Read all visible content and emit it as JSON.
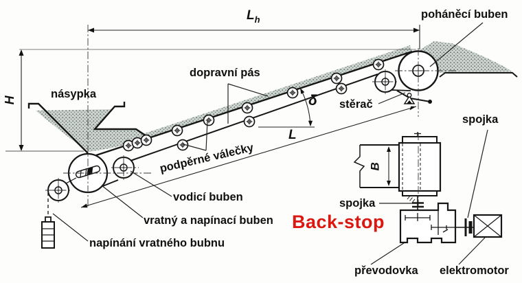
{
  "labels": {
    "lh_main": "L",
    "lh_sub": "h",
    "h": "H",
    "hopper": "násypka",
    "belt": "dopravní pás",
    "drive_drum": "poháněcí buben",
    "scraper": "stěrač",
    "delta": "δ",
    "l": "L",
    "idlers": "podpěrné válečky",
    "guide_drum": "vodicí buben",
    "return_drum": "vratný a napínací buben",
    "tension": "napínání vratného bubnu",
    "coupling_1": "spojka",
    "coupling_2": "spojka",
    "backstop": "Back-stop",
    "b": "B",
    "gearbox": "převodovka",
    "motor": "elektromotor"
  },
  "colors": {
    "ink": "#161616",
    "backstop_red": "#da1710",
    "stipple_dot": "#5f6f66",
    "stipple_bg": "#cdd4cf"
  }
}
